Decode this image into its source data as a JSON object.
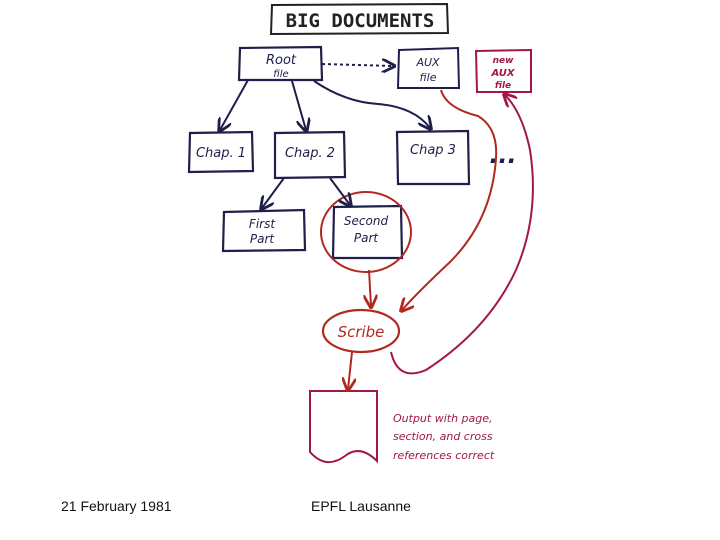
{
  "title": "BIG DOCUMENTS",
  "nodes": {
    "root": {
      "line1": "Root",
      "line2": "file"
    },
    "aux": {
      "line1": "AUX",
      "line2": "file"
    },
    "new_aux": {
      "line1": "new",
      "line2": "AUX",
      "line3": "file"
    },
    "chap1": "Chap. 1",
    "chap2": "Chap. 2",
    "chap3": "Chap 3",
    "ellipsis": "...",
    "first_part": {
      "line1": "First",
      "line2": "Part"
    },
    "second_part": {
      "line1": "Second",
      "line2": "Part"
    },
    "scribe": "Scribe",
    "output_note": {
      "line1": "Output with page,",
      "line2": "section, and cross",
      "line3": "references correct"
    }
  },
  "footer": {
    "date": "21 February 1981",
    "place": "EPFL Lausanne"
  },
  "colors": {
    "ink_navy": "#1e1f4a",
    "ink_red": "#b02a1e",
    "ink_magenta": "#a3164a"
  }
}
